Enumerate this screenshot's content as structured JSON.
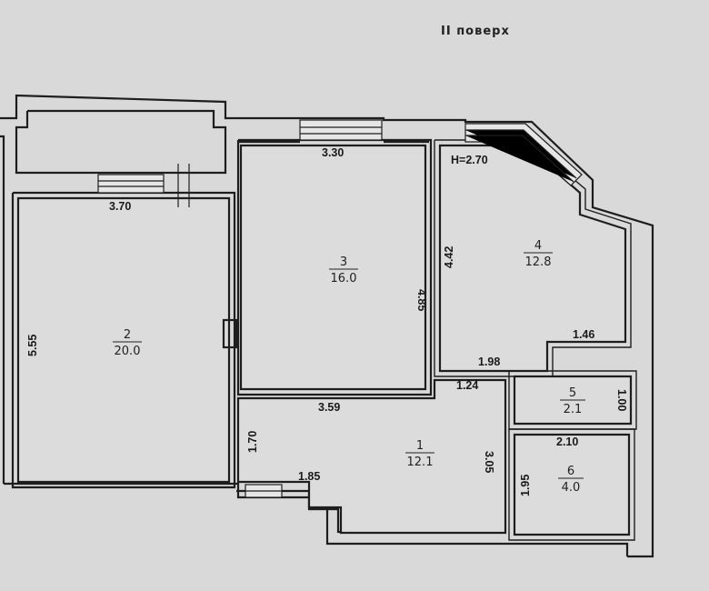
{
  "floor_title": "II поверх",
  "ceiling_height": "H=2.70",
  "rooms": [
    {
      "number": "1",
      "area": "12.1"
    },
    {
      "number": "2",
      "area": "20.0"
    },
    {
      "number": "3",
      "area": "16.0"
    },
    {
      "number": "4",
      "area": "12.8"
    },
    {
      "number": "5",
      "area": "2.1"
    },
    {
      "number": "6",
      "area": "4.0"
    }
  ],
  "dimensions": {
    "d330": "3.30",
    "d370": "3.70",
    "d555": "5.55",
    "d485": "4.85",
    "d442": "4.42",
    "d146": "1.46",
    "d198": "1.98",
    "d124": "1.24",
    "d359": "3.59",
    "d170": "1.70",
    "d185": "1.85",
    "d305": "3.05",
    "d100": "1.00",
    "d210": "2.10",
    "d195": "1.95"
  }
}
